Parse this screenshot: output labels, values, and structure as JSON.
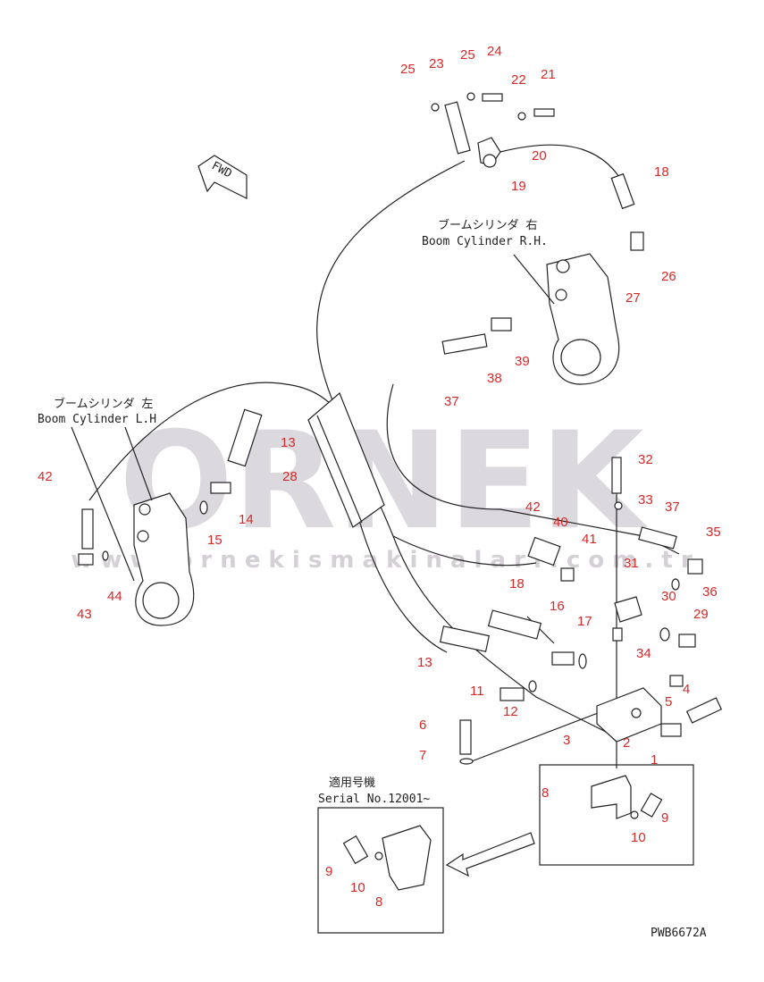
{
  "watermark": {
    "big": "ORNEK",
    "url": "w w w . o r n e k i s m a k i n a l a r i . c o m . t r"
  },
  "labels": {
    "fwd": "FWD",
    "boom_rh_jp": "ブームシリンダ 右",
    "boom_rh_en": "Boom Cylinder R.H.",
    "boom_lh_jp": "ブームシリンダ 左",
    "boom_lh_en": "Boom Cylinder L.H",
    "serial_jp": "適用号機",
    "serial_en": "Serial No.12001~",
    "drawing_no": "PWB6672A"
  },
  "callouts": [
    "25",
    "23",
    "25",
    "24",
    "22",
    "21",
    "20",
    "19",
    "18",
    "26",
    "27",
    "39",
    "38",
    "37",
    "13",
    "14",
    "15",
    "28",
    "42",
    "43",
    "44",
    "32",
    "33",
    "37",
    "35",
    "36",
    "30",
    "31",
    "40",
    "41",
    "42",
    "18",
    "16",
    "17",
    "29",
    "34",
    "13",
    "11",
    "12",
    "5",
    "4",
    "3",
    "2",
    "1",
    "6",
    "7",
    "8",
    "9",
    "10",
    "9",
    "10",
    "8"
  ],
  "colors": {
    "callout": "#d42a2a",
    "line": "#222222",
    "watermark": "#d9d6dc"
  }
}
